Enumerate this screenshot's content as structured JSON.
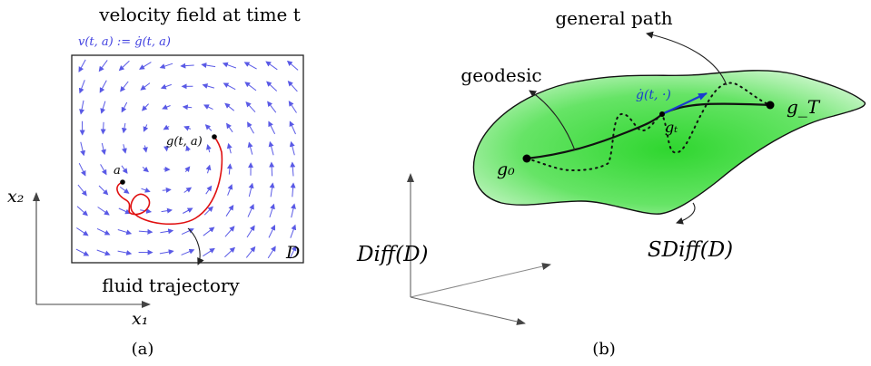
{
  "panel_a": {
    "title": "velocity field at time t",
    "velocity_def": "v(t, a) := ġ(t, a)",
    "point_label_g": "g(t, a)",
    "point_label_a": "a",
    "domain_label": "D",
    "trajectory_label": "fluid trajectory",
    "axis_x": "x₁",
    "axis_y": "x₂",
    "caption": "(a)"
  },
  "panel_b": {
    "general_path_label": "general path",
    "geodesic_label": "geodesic",
    "velocity_label": "ġ(t, ·)",
    "g_t_label": "gₜ",
    "g0_label": "g₀",
    "gT_label": "g_T",
    "manifold_label": "SDiff(D)",
    "space_label": "Diff(D)",
    "caption": "(b)"
  },
  "colors": {
    "manifold_fill": "#3ddc3d",
    "vector_field": "#5a5ae6",
    "trajectory": "#e01010",
    "tangent": "#1a3ccf"
  }
}
